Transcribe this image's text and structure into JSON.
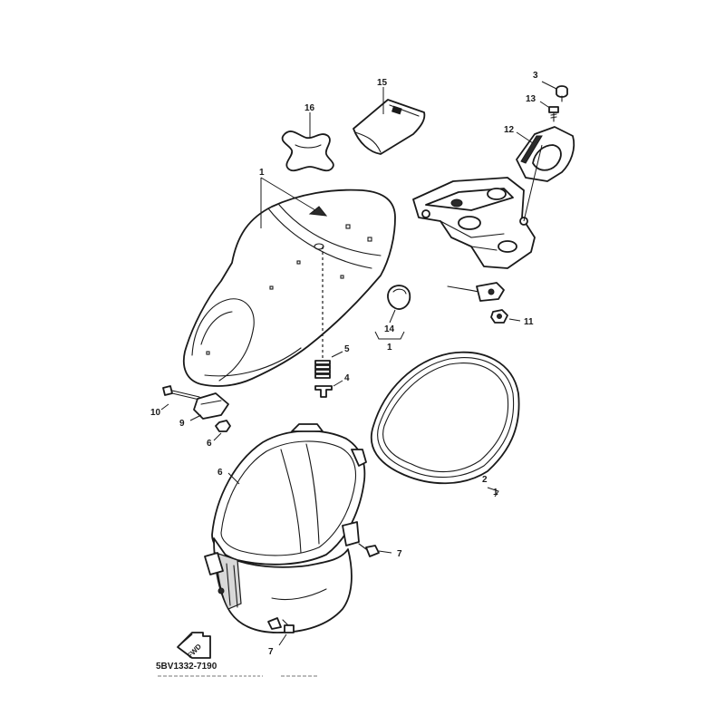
{
  "diagram": {
    "drawing_code": "5BV1332-7190",
    "fine_print": "",
    "direction_marker": "FWD",
    "callouts": {
      "c1_seat": "1",
      "c2": "2",
      "c2_sub": "1",
      "c3": "3",
      "c4": "4",
      "c5": "5",
      "c6_bracket_nut": "6",
      "c6_box": "6",
      "c7_right": "7",
      "c7_bottom": "7",
      "c9": "9",
      "c10": "10",
      "c11": "11",
      "c12": "12",
      "c13": "13",
      "c14": "14",
      "c14_sub": "1",
      "c15": "15",
      "c16": "16"
    }
  }
}
